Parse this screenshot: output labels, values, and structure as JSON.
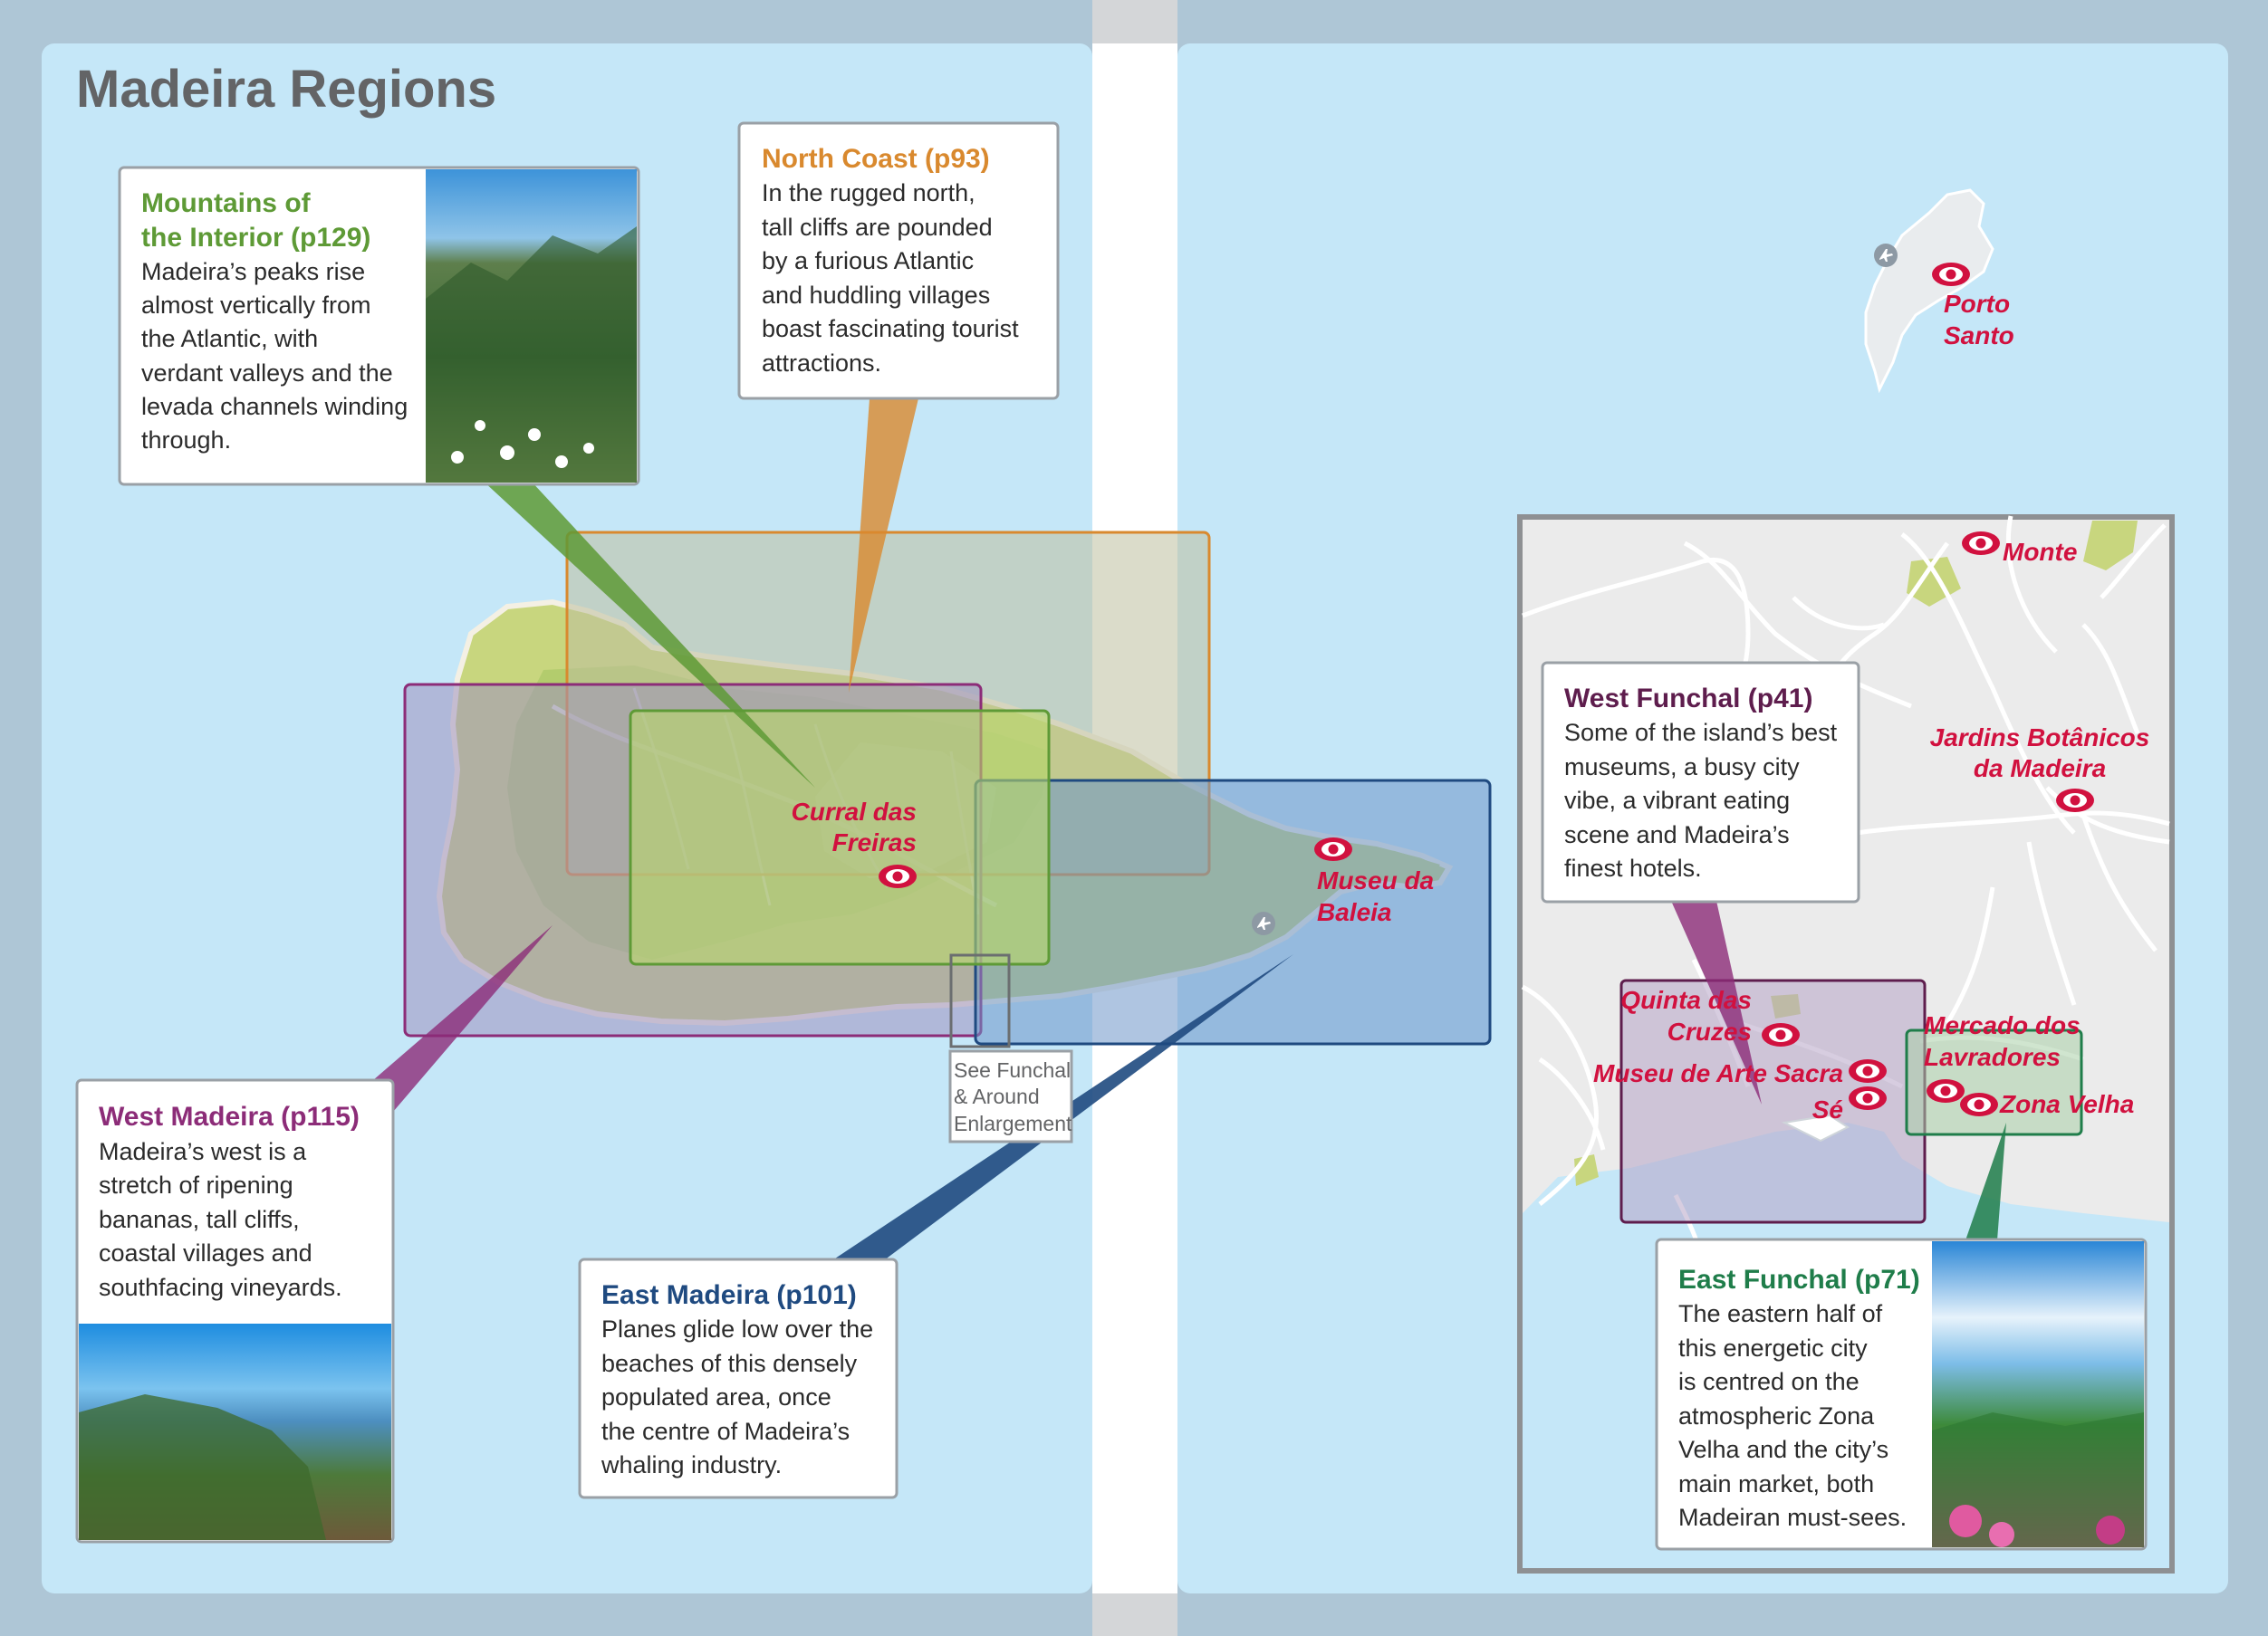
{
  "page": {
    "title": "Madeira Regions"
  },
  "colors": {
    "sea": "#c5e7f8",
    "land": "#c8d67e",
    "green": "#5e9a36",
    "orange": "#d9892e",
    "purple": "#8c2c78",
    "blue": "#1f4a80",
    "darkgreen": "#1f7d4a",
    "poi": "#d1113f",
    "maroon": "#5e1d4d"
  },
  "regions": {
    "mountains": {
      "title_line1": "Mountains of",
      "title_line2": "the Interior (p129)",
      "lines": [
        "Madeira’s peaks rise",
        "almost vertically from",
        "the Atlantic, with",
        "verdant valleys and the",
        "levada channels winding",
        "through."
      ]
    },
    "north": {
      "title": "North Coast (p93)",
      "lines": [
        "In the rugged north,",
        "tall cliffs are pounded",
        "by a furious Atlantic",
        "and huddling villages",
        "boast fascinating tourist",
        "attractions."
      ]
    },
    "west": {
      "title": "West Madeira (p115)",
      "lines": [
        "Madeira’s west is a",
        "stretch of ripening",
        "bananas, tall cliffs,",
        "coastal villages and",
        "southfacing vineyards."
      ]
    },
    "east": {
      "title": "East Madeira (p101)",
      "lines": [
        "Planes glide low over the",
        "beaches of this densely",
        "populated area, once",
        "the centre of Madeira’s",
        "whaling industry."
      ]
    },
    "westfunchal": {
      "title": "West Funchal (p41)",
      "lines": [
        "Some of the island’s best",
        "museums, a busy city",
        "vibe, a vibrant eating",
        "scene and Madeira’s",
        "finest hotels."
      ]
    },
    "eastfunchal": {
      "title": "East Funchal (p71)",
      "lines": [
        "The eastern half of",
        "this energetic city",
        "is centred on the",
        "atmospheric Zona",
        "Velha and the city’s",
        "main market, both",
        "Madeiran must-sees."
      ]
    }
  },
  "enlargement_note": [
    "See Funchal",
    "& Around",
    "Enlargement"
  ],
  "pois": {
    "curral": [
      "Curral das",
      "Freiras"
    ],
    "museubaleia": [
      "Museu da",
      "Baleia"
    ],
    "porto": [
      "Porto",
      "Santo"
    ],
    "monte": "Monte",
    "jardins": [
      "Jardins Botânicos",
      "da Madeira"
    ],
    "quinta": [
      "Quinta das",
      "Cruzes"
    ],
    "arte": "Museu de Arte Sacra",
    "se": "Sé",
    "mercado": [
      "Mercado dos",
      "Lavradores"
    ],
    "zona": "Zona Velha"
  },
  "icons": {
    "sight": "eye-icon",
    "airport": "airplane-icon"
  }
}
